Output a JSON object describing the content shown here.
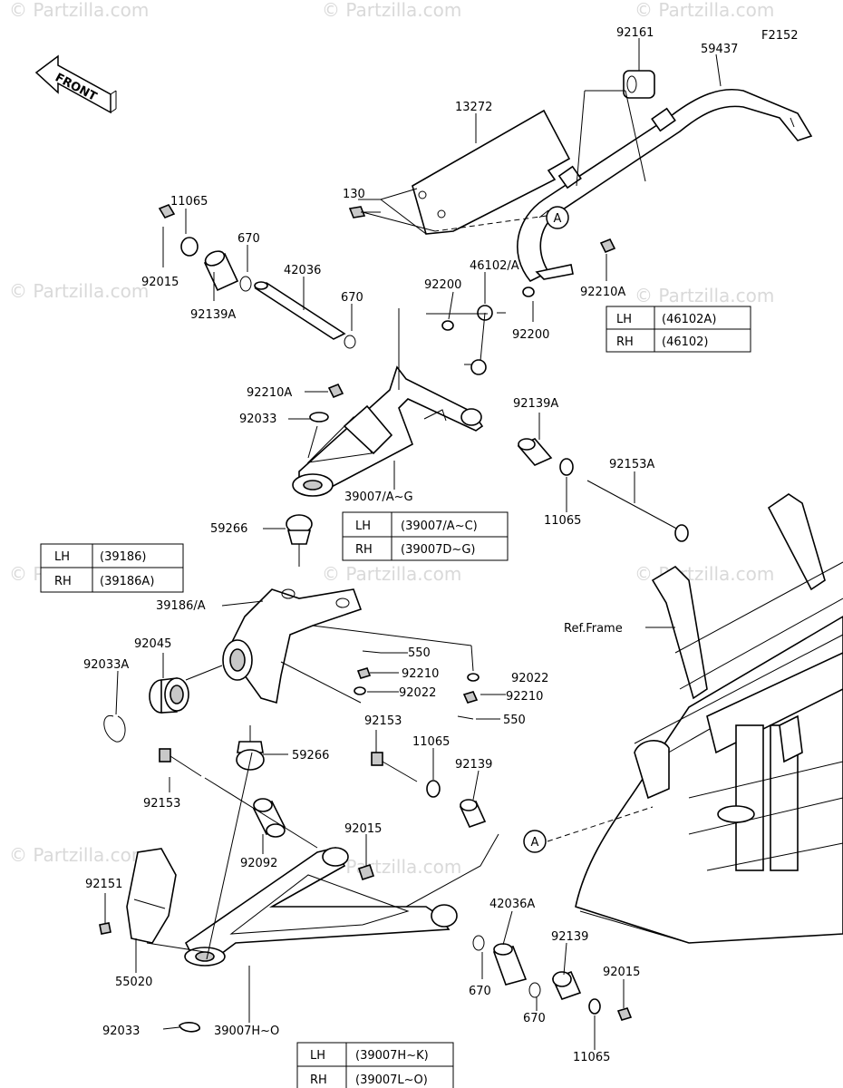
{
  "figure_code": "F2152",
  "front_label": "FRONT",
  "watermark": "© Partzilla.com",
  "ref_frame_label": "Ref.Frame",
  "callout_a": "A",
  "part_labels": [
    {
      "id": "92161",
      "text": "92161"
    },
    {
      "id": "59437",
      "text": "59437"
    },
    {
      "id": "13272",
      "text": "13272"
    },
    {
      "id": "130",
      "text": "130"
    },
    {
      "id": "11065-top",
      "text": "11065"
    },
    {
      "id": "670-top",
      "text": "670"
    },
    {
      "id": "92015-top",
      "text": "92015"
    },
    {
      "id": "92139A-left",
      "text": "92139A"
    },
    {
      "id": "42036",
      "text": "42036"
    },
    {
      "id": "670-mid",
      "text": "670"
    },
    {
      "id": "92200-left",
      "text": "92200"
    },
    {
      "id": "46102A",
      "text": "46102/A"
    },
    {
      "id": "92200-right",
      "text": "92200"
    },
    {
      "id": "92210A-right",
      "text": "92210A"
    },
    {
      "id": "92210A-left",
      "text": "92210A"
    },
    {
      "id": "92033-upper",
      "text": "92033"
    },
    {
      "id": "92139A-right",
      "text": "92139A"
    },
    {
      "id": "92153A",
      "text": "92153A"
    },
    {
      "id": "11065-mid",
      "text": "11065"
    },
    {
      "id": "39007AG",
      "text": "39007/A~G"
    },
    {
      "id": "59266-upper",
      "text": "59266"
    },
    {
      "id": "39186A",
      "text": "39186/A"
    },
    {
      "id": "92045",
      "text": "92045"
    },
    {
      "id": "92033A",
      "text": "92033A"
    },
    {
      "id": "550-upper",
      "text": "550"
    },
    {
      "id": "92210-upper",
      "text": "92210"
    },
    {
      "id": "92022-right",
      "text": "92022"
    },
    {
      "id": "92022-left",
      "text": "92022"
    },
    {
      "id": "92210-lower",
      "text": "92210"
    },
    {
      "id": "550-lower",
      "text": "550"
    },
    {
      "id": "92153",
      "text": "92153"
    },
    {
      "id": "11065-lower",
      "text": "11065"
    },
    {
      "id": "92139-mid",
      "text": "92139"
    },
    {
      "id": "59266-lower",
      "text": "59266"
    },
    {
      "id": "92153-left",
      "text": "92153"
    },
    {
      "id": "92092",
      "text": "92092"
    },
    {
      "id": "92015-mid",
      "text": "92015"
    },
    {
      "id": "92151",
      "text": "92151"
    },
    {
      "id": "42036A",
      "text": "42036A"
    },
    {
      "id": "670-low-left",
      "text": "670"
    },
    {
      "id": "670-low-right",
      "text": "670"
    },
    {
      "id": "92139-low",
      "text": "92139"
    },
    {
      "id": "92015-low",
      "text": "92015"
    },
    {
      "id": "55020",
      "text": "55020"
    },
    {
      "id": "11065-low",
      "text": "11065"
    },
    {
      "id": "92033-lower",
      "text": "92033"
    },
    {
      "id": "39007HO",
      "text": "39007H~O"
    }
  ],
  "tables": [
    {
      "id": "stabilizer-link-table",
      "rows": [
        [
          "LH",
          "(46102A)"
        ],
        [
          "RH",
          "(46102)"
        ]
      ]
    },
    {
      "id": "upper-arm-table",
      "rows": [
        [
          "LH",
          "(39007/A~C)"
        ],
        [
          "RH",
          "(39007D~G)"
        ]
      ]
    },
    {
      "id": "knuckle-table",
      "rows": [
        [
          "LH",
          "(39186)"
        ],
        [
          "RH",
          "(39186A)"
        ]
      ]
    },
    {
      "id": "lower-arm-table",
      "rows": [
        [
          "LH",
          "(39007H~K)"
        ],
        [
          "RH",
          "(39007L~O)"
        ]
      ]
    }
  ]
}
